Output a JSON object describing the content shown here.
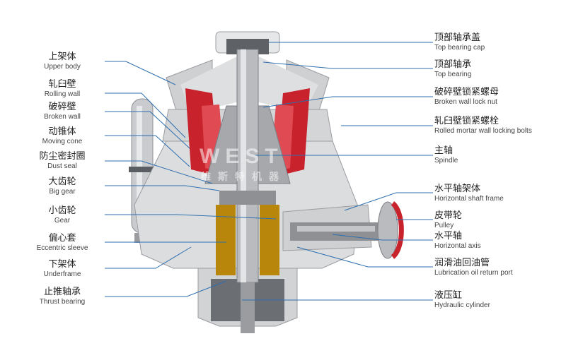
{
  "watermark": {
    "latin": "WEST",
    "cn": "维斯特机器"
  },
  "labels_left": [
    {
      "zh": "上架体",
      "en": "Upper body"
    },
    {
      "zh": "轧臼壁",
      "en": "Rolling wall"
    },
    {
      "zh": "破碎壁",
      "en": "Broken wall"
    },
    {
      "zh": "动锥体",
      "en": "Moving cone"
    },
    {
      "zh": "防尘密封圈",
      "en": "Dust seal"
    },
    {
      "zh": "大齿轮",
      "en": "Big gear"
    },
    {
      "zh": "小齿轮",
      "en": "Gear"
    },
    {
      "zh": "偏心套",
      "en": "Eccentric sleeve"
    },
    {
      "zh": "下架体",
      "en": "Underframe"
    },
    {
      "zh": "止推轴承",
      "en": "Thrust bearing"
    }
  ],
  "labels_right": [
    {
      "zh": "顶部轴承盖",
      "en": "Top bearing cap"
    },
    {
      "zh": "顶部轴承",
      "en": "Top bearing"
    },
    {
      "zh": "破碎壁锁紧螺母",
      "en": "Broken wall lock nut"
    },
    {
      "zh": "轧臼壁锁紧螺栓",
      "en": "Rolled mortar wall locking bolts"
    },
    {
      "zh": "主轴",
      "en": "Spindle"
    },
    {
      "zh": "水平轴架体",
      "en": "Horizontal shaft frame"
    },
    {
      "zh": "皮带轮",
      "en": "Pulley"
    },
    {
      "zh": "水平轴",
      "en": "Horizontal axis"
    },
    {
      "zh": "润滑油回油管",
      "en": "Lubrication oil return port"
    },
    {
      "zh": "液压缸",
      "en": "Hydraulic cylinder"
    }
  ],
  "colors": {
    "accent_red": "#c8232c",
    "leader_line": "#2f6fb0",
    "body_gray": "#d9dadc",
    "shade_gray": "#8e9094",
    "brass": "#b8860b"
  }
}
